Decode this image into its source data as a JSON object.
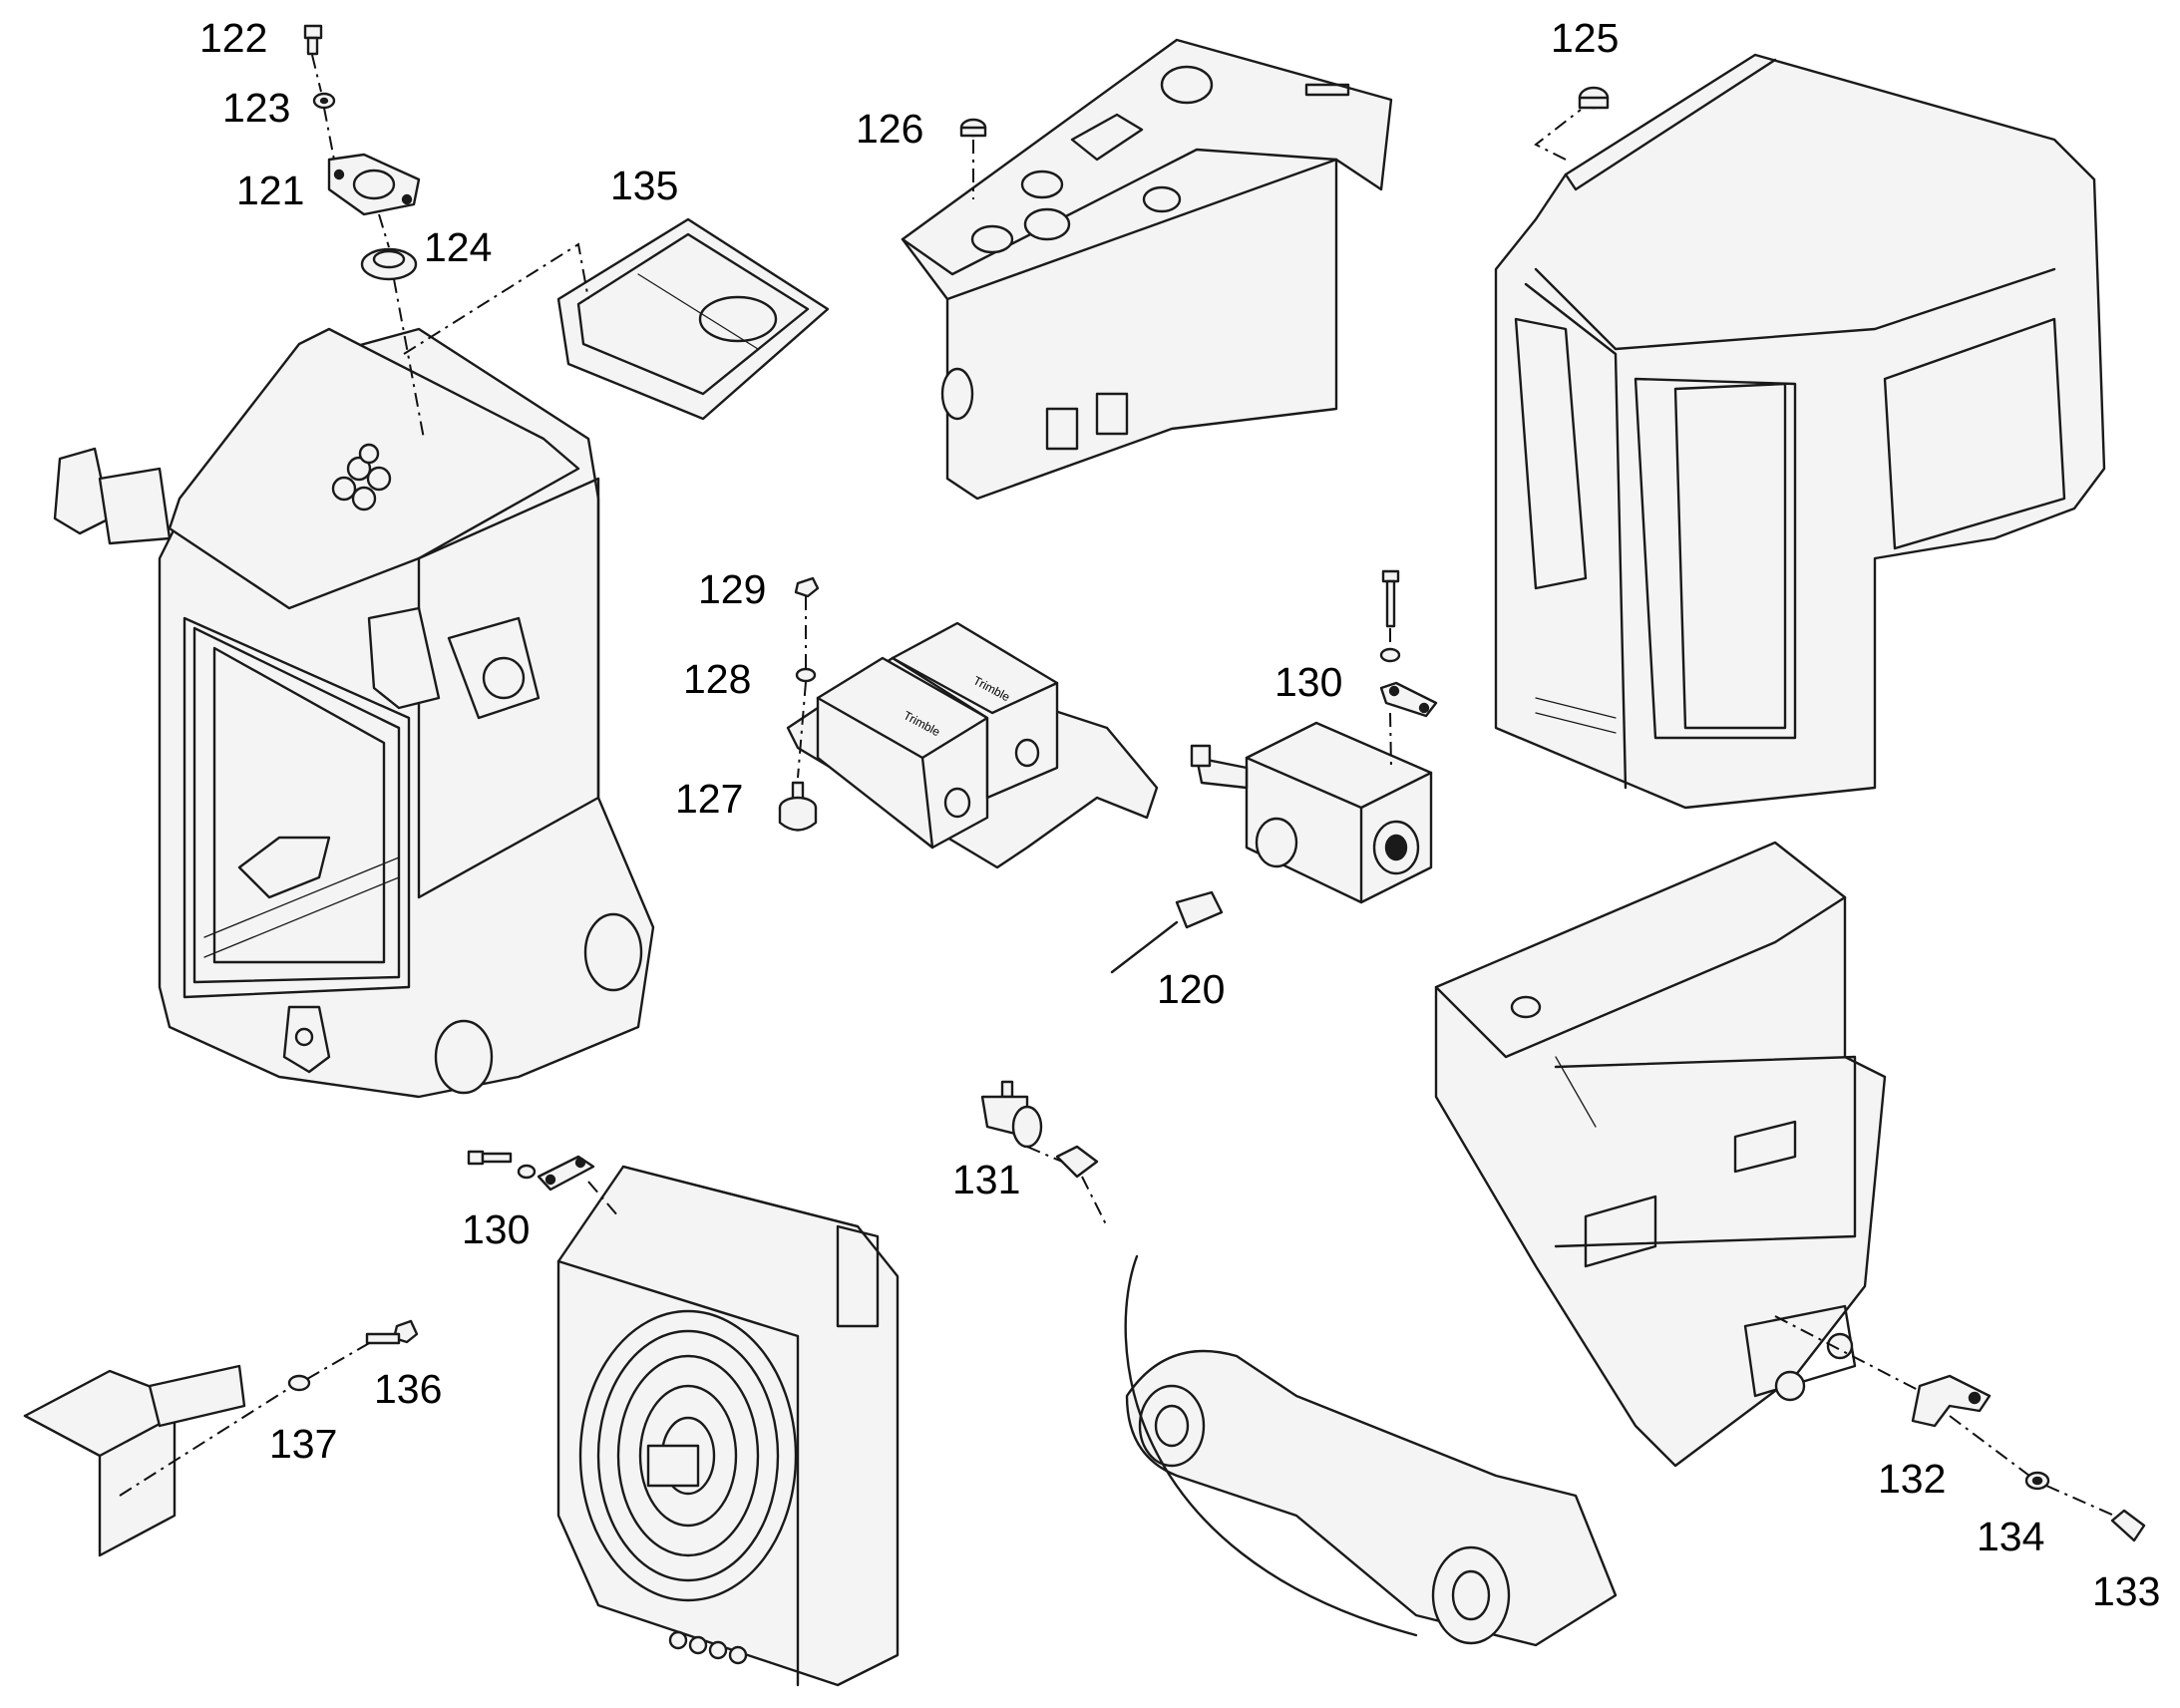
{
  "diagram": {
    "kind": "exploded parts diagram",
    "callouts": {
      "c120": "120",
      "c121": "121",
      "c122": "122",
      "c123": "123",
      "c124": "124",
      "c125": "125",
      "c126": "126",
      "c127": "127",
      "c128": "128",
      "c129": "129",
      "c130a": "130",
      "c130b": "130",
      "c131": "131",
      "c132": "132",
      "c133": "133",
      "c134": "134",
      "c135": "135",
      "c136": "136",
      "c137": "137"
    },
    "module_labels": {
      "left_module": "Trimble",
      "right_module": "Trimble"
    }
  }
}
